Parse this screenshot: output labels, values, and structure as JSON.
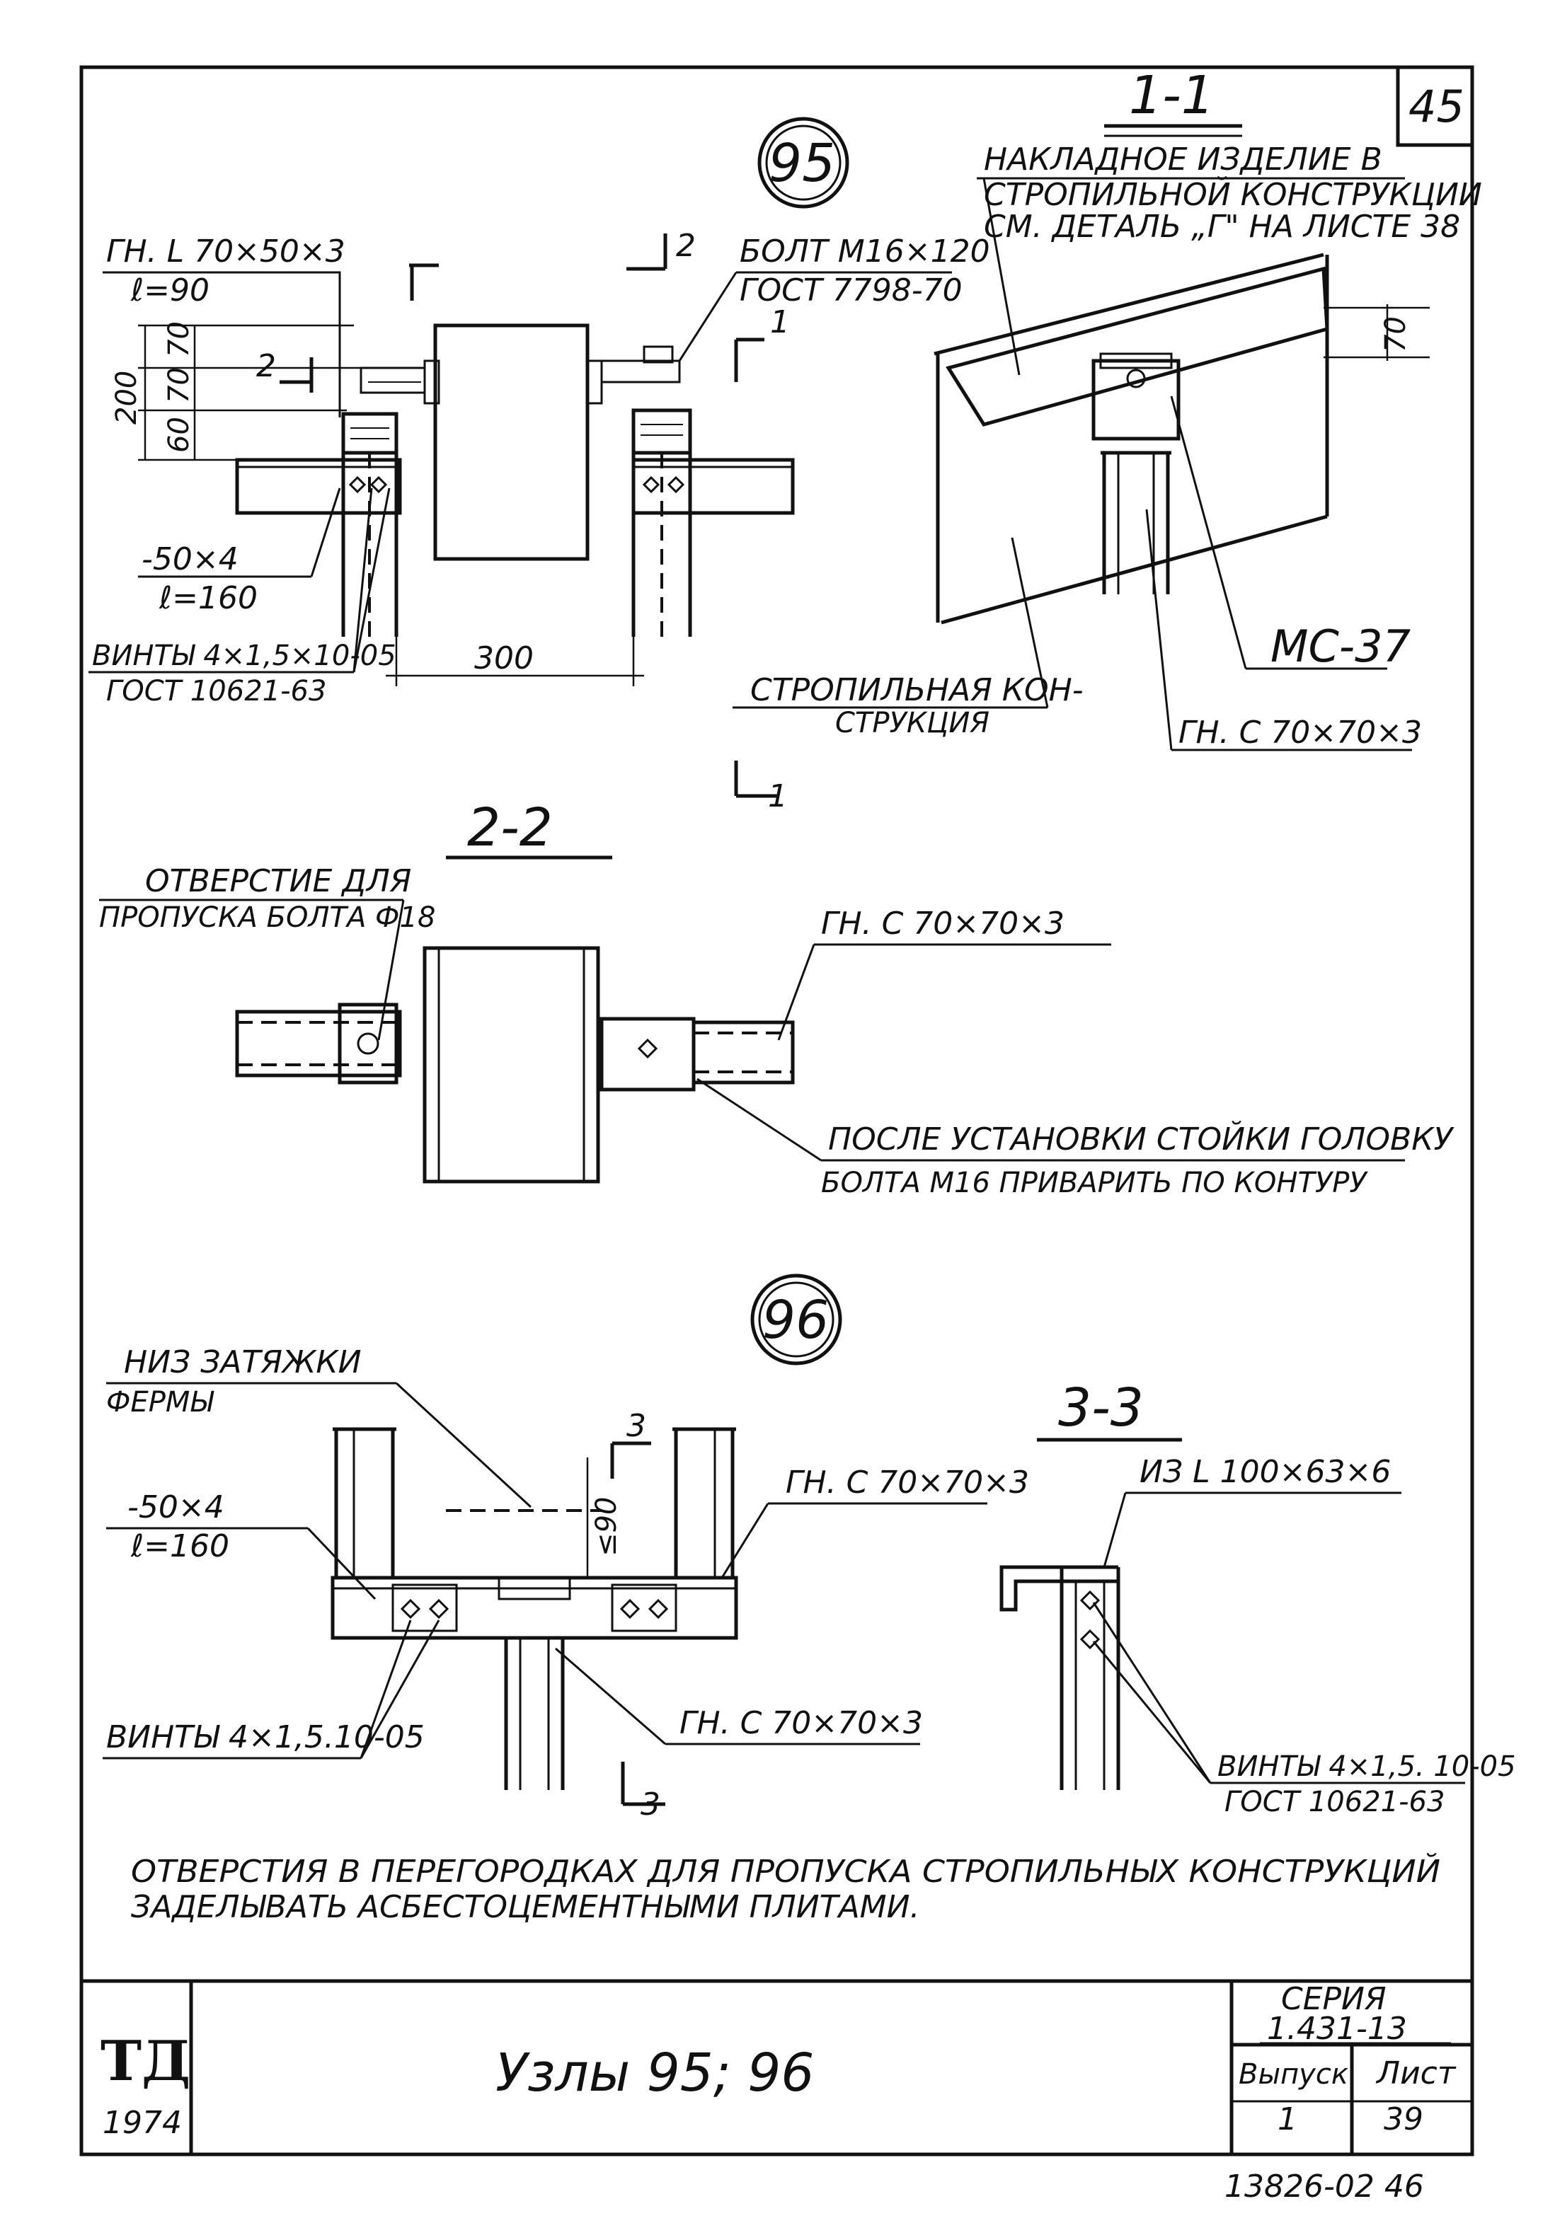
{
  "sheet": {
    "sheet_no": "45",
    "note_line1": "ОТВЕРСТИЯ В ПЕРЕГОРОДКАХ ДЛЯ ПРОПУСКА СТРОПИЛЬНЫХ КОНСТРУКЦИЙ",
    "note_line2": "ЗАДЕЛЫВАТЬ АСБЕСТОЦЕМЕНТНЫМИ ПЛИТАМИ.",
    "bottom_number": "13826-02 46"
  },
  "node95": {
    "badge": "95",
    "label_angle_1": "ГН. L 70×50×3",
    "label_angle_2": "ℓ=90",
    "label_bolt_1": "БОЛТ M16×120",
    "label_bolt_2": "ГОСТ 7798-70",
    "label_plate_1": "-50×4",
    "label_plate_2": "ℓ=160",
    "label_screws_1": "ВИНТЫ 4×1,5×10-05",
    "label_screws_2": "ГОСТ 10621-63",
    "dim_200": "200",
    "dim_60": "60",
    "dim_70a": "70",
    "dim_70b": "70",
    "dim_300": "300",
    "cut2_mark": "2",
    "cut2_mark_b": "2",
    "cut1_mark": "1",
    "cut1_mark_b": "1"
  },
  "section11": {
    "title": "1-1",
    "label_item_1": "НАКЛАДНОЕ ИЗДЕЛИЕ В",
    "label_item_2": "СТРОПИЛЬНОЙ КОНСТРУКЦИИ",
    "label_item_3": "СМ. ДЕТАЛЬ „Г\" НА ЛИСТЕ 38",
    "dim_70": "70",
    "label_ms": "МС-37",
    "label_rafter_1": "СТРОПИЛЬНАЯ КОН-",
    "label_rafter_2": "СТРУКЦИЯ",
    "label_channel": "ГН. C 70×70×3"
  },
  "section22": {
    "title": "2-2",
    "label_hole_1": "ОТВЕРСТИЕ ДЛЯ",
    "label_hole_2": "ПРОПУСКА БОЛТА Ф18",
    "label_channel": "ГН. C 70×70×3",
    "label_weld_1": "ПОСЛЕ УСТАНОВКИ СТОЙКИ ГОЛОВКУ",
    "label_weld_2": "БОЛТА M16 ПРИВАРИТЬ ПО КОНТУРУ"
  },
  "node96": {
    "badge": "96",
    "label_tie_1": "НИЗ ЗАТЯЖКИ",
    "label_tie_2": "ФЕРМЫ",
    "label_plate_1": "-50×4",
    "label_plate_2": "ℓ=160",
    "label_channel_top": "ГН. C 70×70×3",
    "label_channel_bottom": "ГН. C 70×70×3",
    "label_screws": "ВИНТЫ 4×1,5.10-05",
    "dim_90": "≤90",
    "cut3_mark": "3",
    "cut3_mark_b": "3"
  },
  "section33": {
    "title": "3-3",
    "label_angle": "ИЗ L 100×63×6",
    "label_screws_1": "ВИНТЫ 4×1,5. 10-05",
    "label_screws_2": "ГОСТ 10621-63"
  },
  "title_block": {
    "logo": "ТД",
    "year": "1974",
    "title": "Узлы 95; 96",
    "series_label": "СЕРИЯ",
    "series_value": "1.431-13",
    "issue_label": "Выпуск",
    "issue_value": "1",
    "sheet_label": "Лист",
    "sheet_value": "39"
  }
}
